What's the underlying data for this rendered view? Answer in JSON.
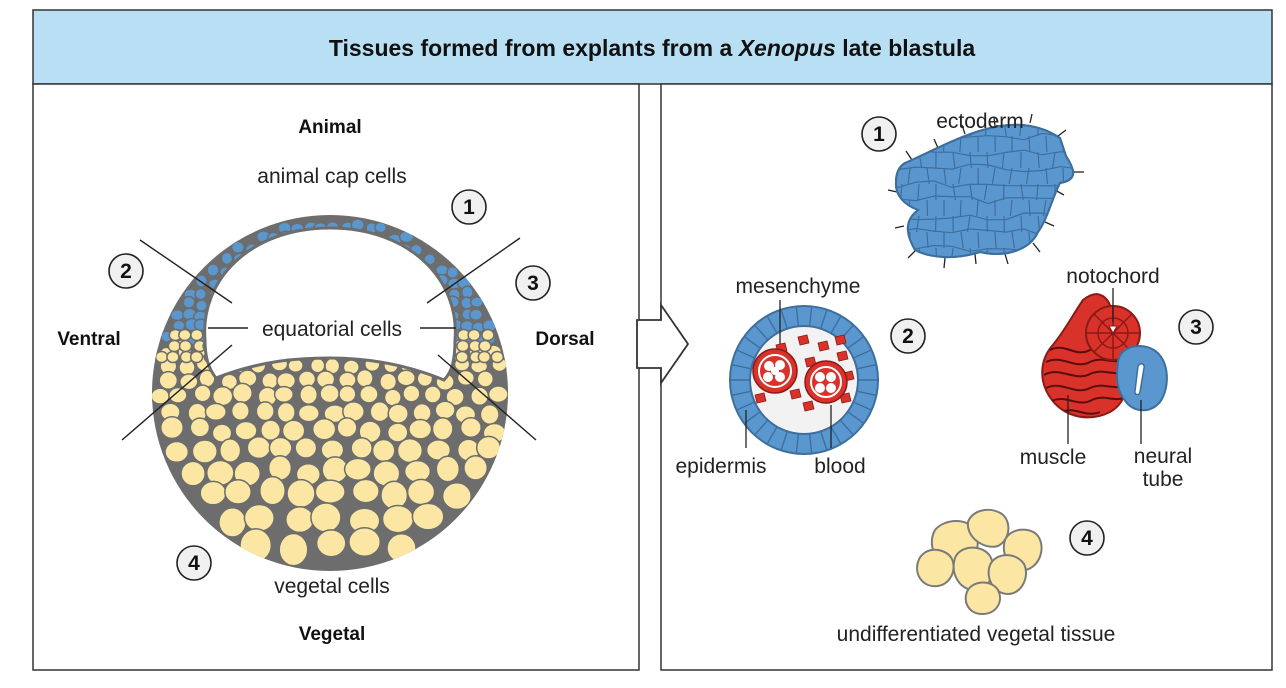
{
  "title": {
    "prefix": "Tissues formed from explants from a ",
    "italic": "Xenopus",
    "suffix": " late blastula"
  },
  "left_panel": {
    "animal": "Animal",
    "vegetal": "Vegetal",
    "ventral": "Ventral",
    "dorsal": "Dorsal",
    "animal_cap_cells": "animal cap cells",
    "equatorial_cells": "equatorial cells",
    "vegetal_cells": "vegetal cells",
    "markers": [
      "1",
      "2",
      "3",
      "4"
    ]
  },
  "right_panel": {
    "ectoderm": "ectoderm",
    "mesenchyme": "mesenchyme",
    "epidermis": "epidermis",
    "blood": "blood",
    "notochord": "notochord",
    "muscle": "muscle",
    "neural_tube_line1": "neural",
    "neural_tube_line2": "tube",
    "undifferentiated": "undifferentiated vegetal tissue",
    "markers": [
      "1",
      "2",
      "3",
      "4"
    ]
  },
  "colors": {
    "header_bg": "#b8dff3",
    "blue_cells": "#5b97cf",
    "yellow_cells": "#fbe7a3",
    "red_tissue": "#d9322a",
    "outline": "#6d6d6d"
  }
}
